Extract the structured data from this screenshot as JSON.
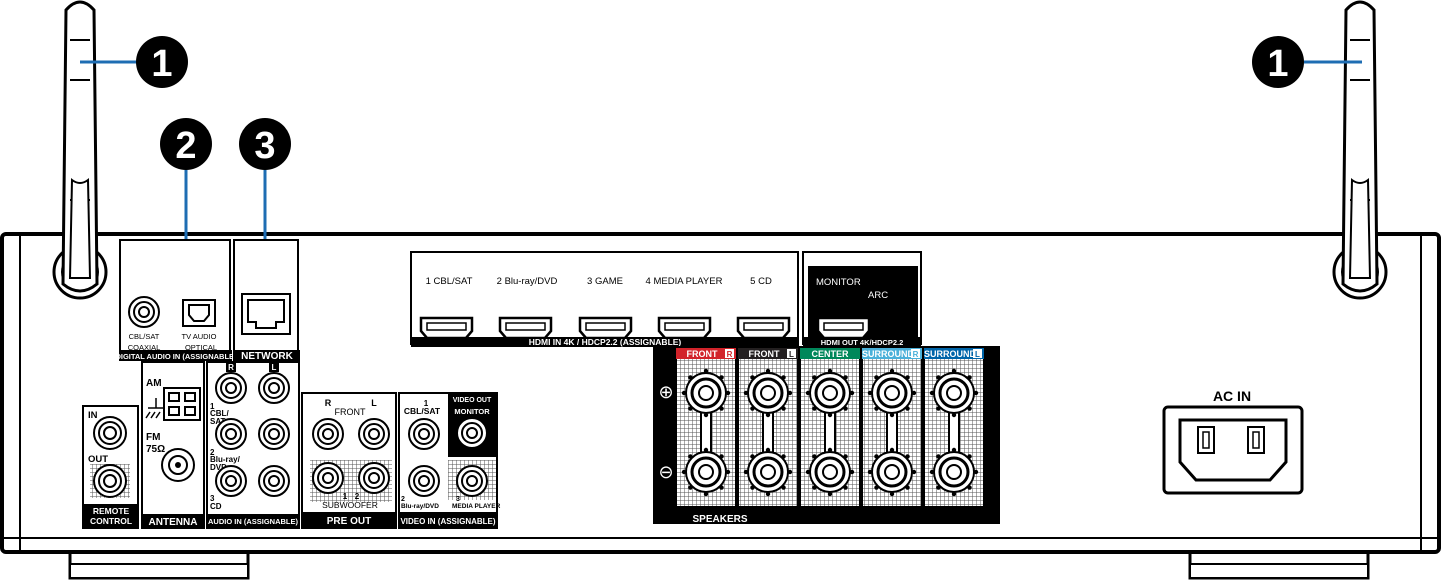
{
  "callouts": {
    "antenna": "1",
    "digital_audio": "2",
    "network": "3"
  },
  "digital_audio": {
    "coax_label": "CBL/SAT",
    "coax_sub": "COAXIAL",
    "optical_label": "TV AUDIO",
    "optical_sub": "OPTICAL",
    "section": "DIGITAL AUDIO IN (ASSIGNABLE)"
  },
  "network": {
    "section": "NETWORK"
  },
  "hdmi_in": {
    "inputs": [
      "1 CBL/SAT",
      "2 Blu-ray/DVD",
      "3 GAME",
      "4 MEDIA PLAYER",
      "5 CD"
    ],
    "section": "HDMI IN  4K / HDCP2.2 (ASSIGNABLE)"
  },
  "hdmi_out": {
    "monitor": "MONITOR",
    "arc": "ARC",
    "section": "HDMI OUT 4K/HDCP2.2"
  },
  "remote": {
    "in": "IN",
    "out": "OUT",
    "section_1": "REMOTE",
    "section_2": "CONTROL"
  },
  "antenna": {
    "am": "AM",
    "fm": "FM",
    "fm_ohm": "75Ω",
    "section": "ANTENNA"
  },
  "audio_in": {
    "r": "R",
    "l": "L",
    "in1_num": "1",
    "in1_a": "CBL/",
    "in1_b": "SAT",
    "in2_num": "2",
    "in2_a": "Blu-ray/",
    "in2_b": "DVD",
    "in3_num": "3",
    "in3_a": "CD",
    "section": "AUDIO IN (ASSIGNABLE)"
  },
  "pre_out": {
    "r": "R",
    "l": "L",
    "front": "FRONT",
    "sub1": "1",
    "sub2": "2",
    "subwoofer": "SUBWOOFER",
    "section": "PRE OUT"
  },
  "video_in": {
    "in1_num": "1",
    "in1": "CBL/SAT",
    "video_out": "VIDEO OUT",
    "monitor": "MONITOR",
    "in2_num": "2",
    "in2": "Blu-ray/DVD",
    "in3_num": "3",
    "in3": "MEDIA PLAYER",
    "section": "VIDEO IN (ASSIGNABLE)"
  },
  "speakers": {
    "channels": [
      {
        "name": "FRONT",
        "side": "R",
        "color": "#d2232a"
      },
      {
        "name": "FRONT",
        "side": "L",
        "color": "#231f20"
      },
      {
        "name": "CENTER",
        "side": "",
        "color": "#00875a"
      },
      {
        "name": "SURROUND",
        "side": "R",
        "color": "#4ab0d9"
      },
      {
        "name": "SURROUND",
        "side": "L",
        "color": "#0065a9"
      }
    ],
    "plus": "⊕",
    "minus": "⊖",
    "section": "SPEAKERS"
  },
  "ac_in": {
    "label": "AC IN"
  },
  "colors": {
    "callout_line": "#1e6db3",
    "ink": "#000000"
  }
}
